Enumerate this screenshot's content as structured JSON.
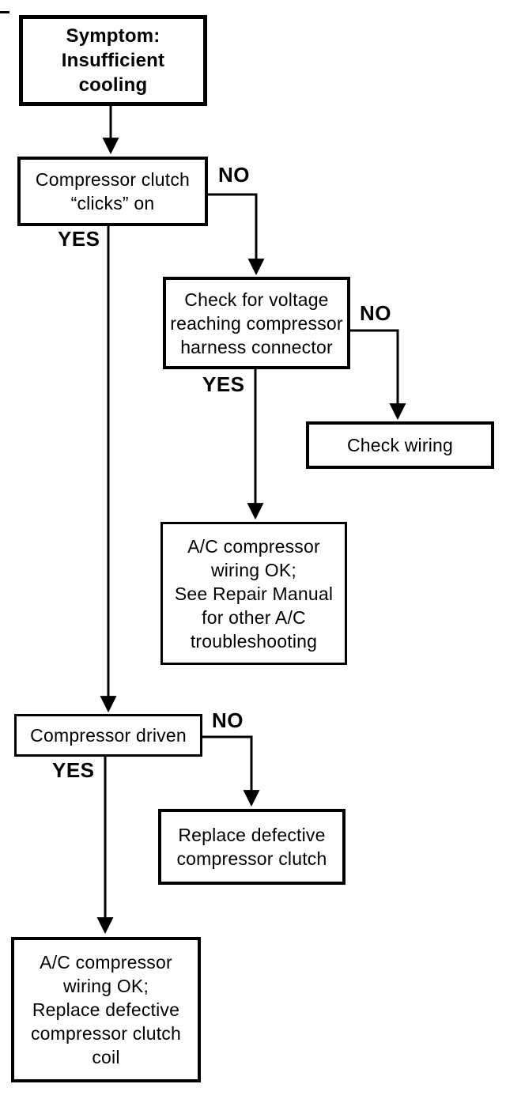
{
  "diagram": {
    "kind": "flowchart",
    "colors": {
      "ink": "#000000",
      "paper": "#ffffff"
    },
    "nodes": [
      {
        "id": "symptom",
        "text": "Symptom:\nInsufficient\ncooling"
      },
      {
        "id": "clutch-clicks",
        "text": "Compressor clutch\n“clicks” on"
      },
      {
        "id": "check-voltage",
        "text": "Check for voltage\nreaching compressor\nharness connector"
      },
      {
        "id": "check-wiring",
        "text": "Check wiring"
      },
      {
        "id": "wiring-ok-manual",
        "text": "A/C compressor\nwiring OK;\nSee Repair Manual\nfor other A/C\ntroubleshooting"
      },
      {
        "id": "compressor-driven",
        "text": "Compressor driven"
      },
      {
        "id": "replace-clutch",
        "text": "Replace defective\ncompressor clutch"
      },
      {
        "id": "wiring-ok-coil",
        "text": "A/C compressor\nwiring OK;\nReplace defective\ncompressor clutch\ncoil"
      }
    ],
    "edges": [
      {
        "from": "symptom",
        "to": "clutch-clicks",
        "label": ""
      },
      {
        "from": "clutch-clicks",
        "to": "check-voltage",
        "label": "NO"
      },
      {
        "from": "clutch-clicks",
        "to": "compressor-driven",
        "label": "YES"
      },
      {
        "from": "check-voltage",
        "to": "check-wiring",
        "label": "NO"
      },
      {
        "from": "check-voltage",
        "to": "wiring-ok-manual",
        "label": "YES"
      },
      {
        "from": "compressor-driven",
        "to": "replace-clutch",
        "label": "NO"
      },
      {
        "from": "compressor-driven",
        "to": "wiring-ok-coil",
        "label": "YES"
      }
    ]
  }
}
